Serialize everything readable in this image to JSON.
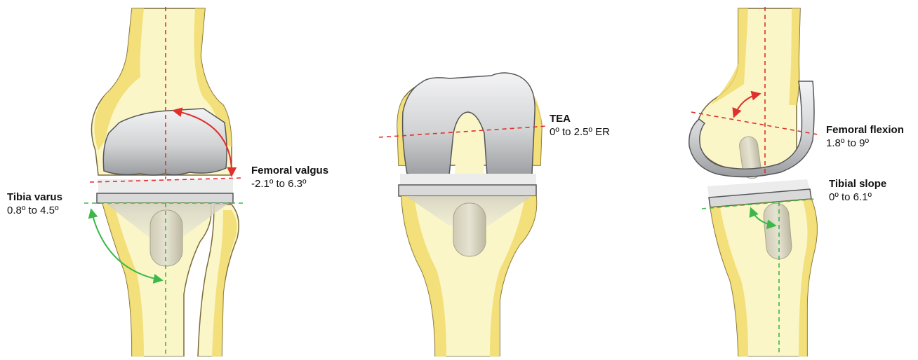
{
  "colors": {
    "bone_fill": "#faf6c8",
    "bone_shade": "#f1dc6c",
    "bone_outline": "#7a6a3a",
    "implant_light": "#e9e9ea",
    "implant_dark": "#9a9c9f",
    "implant_outline": "#55575a",
    "femoral_axis": "#e0302c",
    "tibial_axis": "#3cb84a",
    "poly_insert": "#ececec"
  },
  "panels": [
    {
      "view": "anterior",
      "labels": [
        {
          "name": "femoral-valgus",
          "title": "Femoral valgus",
          "range": "-2.1º to 6.3º"
        },
        {
          "name": "tibia-varus",
          "title": "Tibia varus",
          "range": "0.8º to 4.5º"
        }
      ]
    },
    {
      "view": "posterior",
      "labels": [
        {
          "name": "tea",
          "title": "TEA",
          "range": "0º to 2.5º ER"
        }
      ]
    },
    {
      "view": "lateral",
      "labels": [
        {
          "name": "femoral-flexion",
          "title": "Femoral flexion",
          "range": "1.8º to 9º"
        },
        {
          "name": "tibial-slope",
          "title": "Tibial slope",
          "range": "0º to 6.1º"
        }
      ]
    }
  ]
}
